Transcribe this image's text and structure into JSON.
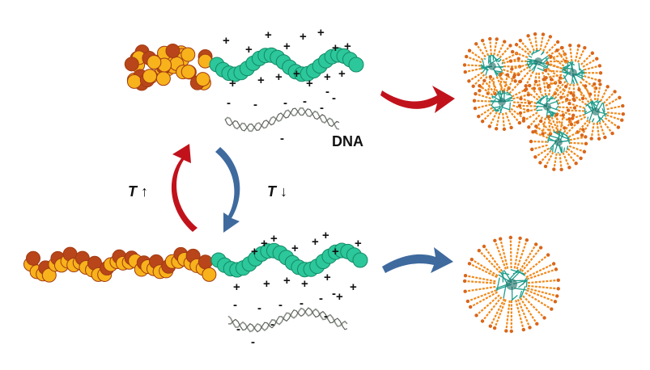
{
  "labels": {
    "dna": "DNA",
    "temp_up": "T ↑",
    "temp_down": "T ↓"
  },
  "charge_symbols": {
    "positive": "+",
    "negative": "-"
  },
  "colors": {
    "thermo_block_fill": "#f7b21c",
    "thermo_block_dark": "#b8461a",
    "cationic_block_fill": "#2cc79b",
    "cationic_block_stroke": "#138a66",
    "arrow_red": "#c1121c",
    "arrow_blue": "#3e6a9e",
    "micelle_corona": "#f08a1c",
    "micelle_core": "#1f9e8c",
    "dna_strand": "#8a8f88"
  }
}
